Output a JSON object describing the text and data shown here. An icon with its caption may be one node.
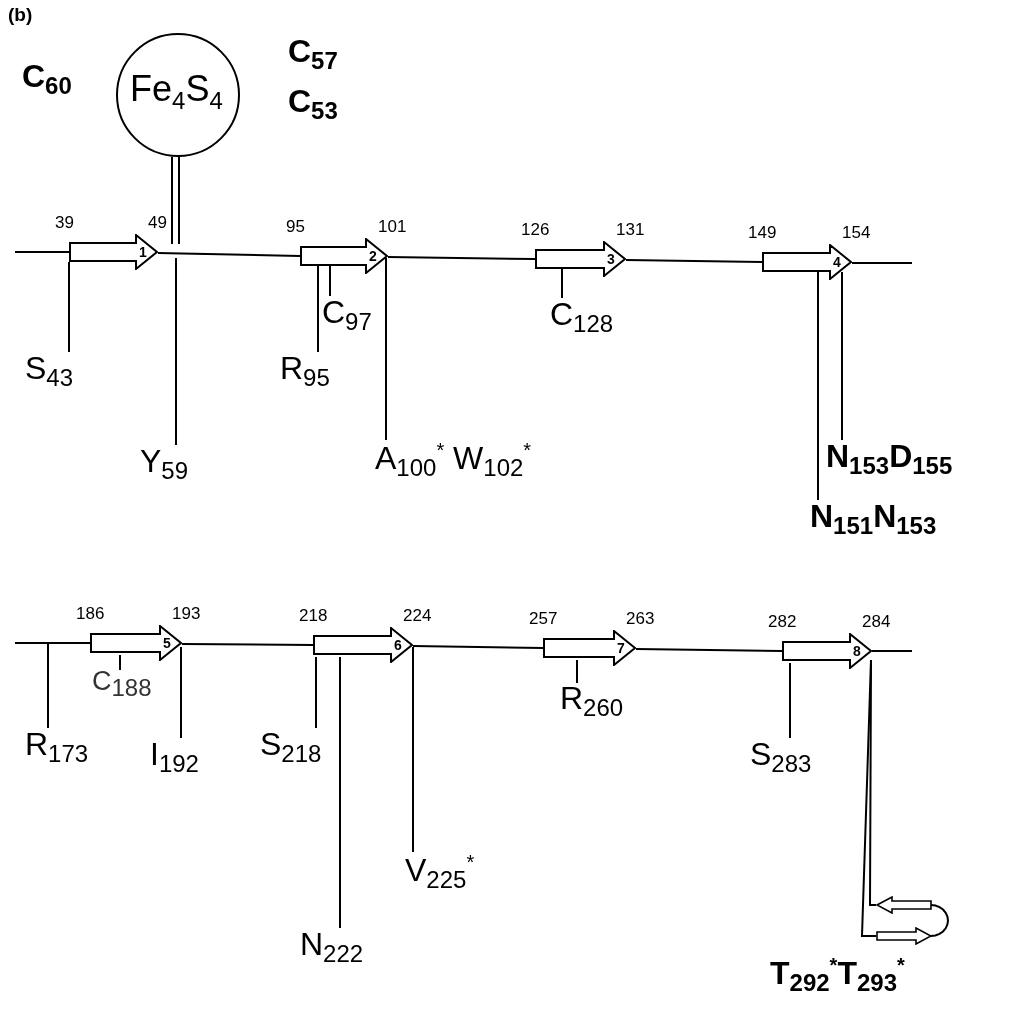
{
  "diagram": {
    "nodes": [
      {
        "text": [
          "Fe$_{4}$S$_{4}$"
        ],
        "beside": [
          "C$_{60}$",
          "C$_{57}$",
          "C$_{53}$"
        ]
      },
      {
        "text": [
          "1"
        ],
        "beside": [
          "39",
          "49"
        ]
      },
      {
        "text": [
          "S$_{43}$"
        ]
      },
      {
        "text": [
          "Y$_{59}$"
        ]
      },
      {
        "text": [
          "2"
        ],
        "beside": [
          "95",
          "101"
        ]
      },
      {
        "text": [
          "C$_{97}$"
        ]
      },
      {
        "text": [
          "R$_{95}$"
        ]
      },
      {
        "text": [
          "A$_{100}$$^{*}$ W$_{102}$$^{*}$"
        ]
      },
      {
        "text": [
          "3"
        ],
        "beside": [
          "126",
          "131"
        ]
      },
      {
        "text": [
          "C$_{128}$"
        ]
      },
      {
        "text": [
          "4"
        ],
        "beside": [
          "149",
          "154"
        ]
      },
      {
        "text": [
          "N$_{153}$D$_{155}$"
        ]
      },
      {
        "text": [
          "N$_{151}$N$_{153}$"
        ]
      },
      {
        "text": [
          "5"
        ],
        "beside": [
          "186",
          "193"
        ]
      },
      {
        "text": [
          "R$_{173}$"
        ]
      },
      {
        "text": [
          "C$_{188}$"
        ]
      },
      {
        "text": [
          "I$_{192}$"
        ]
      },
      {
        "text": [
          "6"
        ],
        "beside": [
          "218",
          "224"
        ]
      },
      {
        "text": [
          "S$_{218}$"
        ]
      },
      {
        "text": [
          "N$_{222}$"
        ]
      },
      {
        "text": [
          "V$_{225}$$^{*}$"
        ]
      },
      {
        "text": [
          "7"
        ],
        "beside": [
          "257",
          "263"
        ]
      },
      {
        "text": [
          "R$_{260}$"
        ]
      },
      {
        "text": [
          "8"
        ],
        "beside": [
          "282",
          "284"
        ]
      },
      {
        "text": [
          "S$_{283}$"
        ]
      },
      {
        "text": [],
        "shape": "arrow"
      },
      {
        "text": [],
        "shape": "arrow",
        "beside": [
          "T$_{292}$$^{*}$T$_{293}$$^{*}$"
        ]
      }
    ],
    "edges": [
      {
        "from": null,
        "to": 1,
        "arrow": "none"
      },
      {
        "from": 1,
        "to": 4,
        "arrow": "none"
      },
      {
        "from": 4,
        "to": 8,
        "arrow": "none"
      },
      {
        "from": 8,
        "to": 10,
        "arrow": "none"
      },
      {
        "from": 10,
        "to": null,
        "arrow": "none"
      },
      {
        "from": null,
        "to": 13,
        "arrow": "none"
      },
      {
        "from": 13,
        "to": 17,
        "arrow": "none"
      },
      {
        "from": 17,
        "to": 21,
        "arrow": "none"
      },
      {
        "from": 21,
        "to": 23,
        "arrow": "none"
      },
      {
        "from": 23,
        "to": null,
        "arrow": "none"
      },
      {
        "from": 23,
        "to": 26,
        "arrow": "none"
      },
      {
        "from": 26,
        "to": 25,
        "arrow": "none"
      },
      {
        "from": 25,
        "to": 23,
        "arrow": "none"
      },
      {
        "from": 0,
        "to": null,
        "arrow": "none"
      },
      {
        "from": 2,
        "to": 1,
        "arrow": "none"
      },
      {
        "from": 3,
        "to": null,
        "arrow": "none"
      },
      {
        "from": 5,
        "to": 4,
        "arrow": "none"
      },
      {
        "from": 6,
        "to": 4,
        "arrow": "none"
      },
      {
        "from": 7,
        "to": 4,
        "arrow": "none"
      },
      {
        "from": 9,
        "to": 8,
        "arrow": "none"
      },
      {
        "from": 11,
        "to": 10,
        "arrow": "none"
      },
      {
        "from": 12,
        "to": 10,
        "arrow": "none"
      },
      {
        "from": 14,
        "to": null,
        "arrow": "none"
      },
      {
        "from": 15,
        "to": 13,
        "arrow": "none"
      },
      {
        "from": 16,
        "to": 13,
        "arrow": "none"
      },
      {
        "from": 18,
        "to": 17,
        "arrow": "none"
      },
      {
        "from": 19,
        "to": 17,
        "arrow": "none"
      },
      {
        "from": 20,
        "to": 17,
        "arrow": "none"
      },
      {
        "from": 22,
        "to": 21,
        "arrow": "none"
      },
      {
        "from": 24,
        "to": 23,
        "arrow": "none"
      }
    ],
    "labels": [
      "(b)"
    ]
  }
}
